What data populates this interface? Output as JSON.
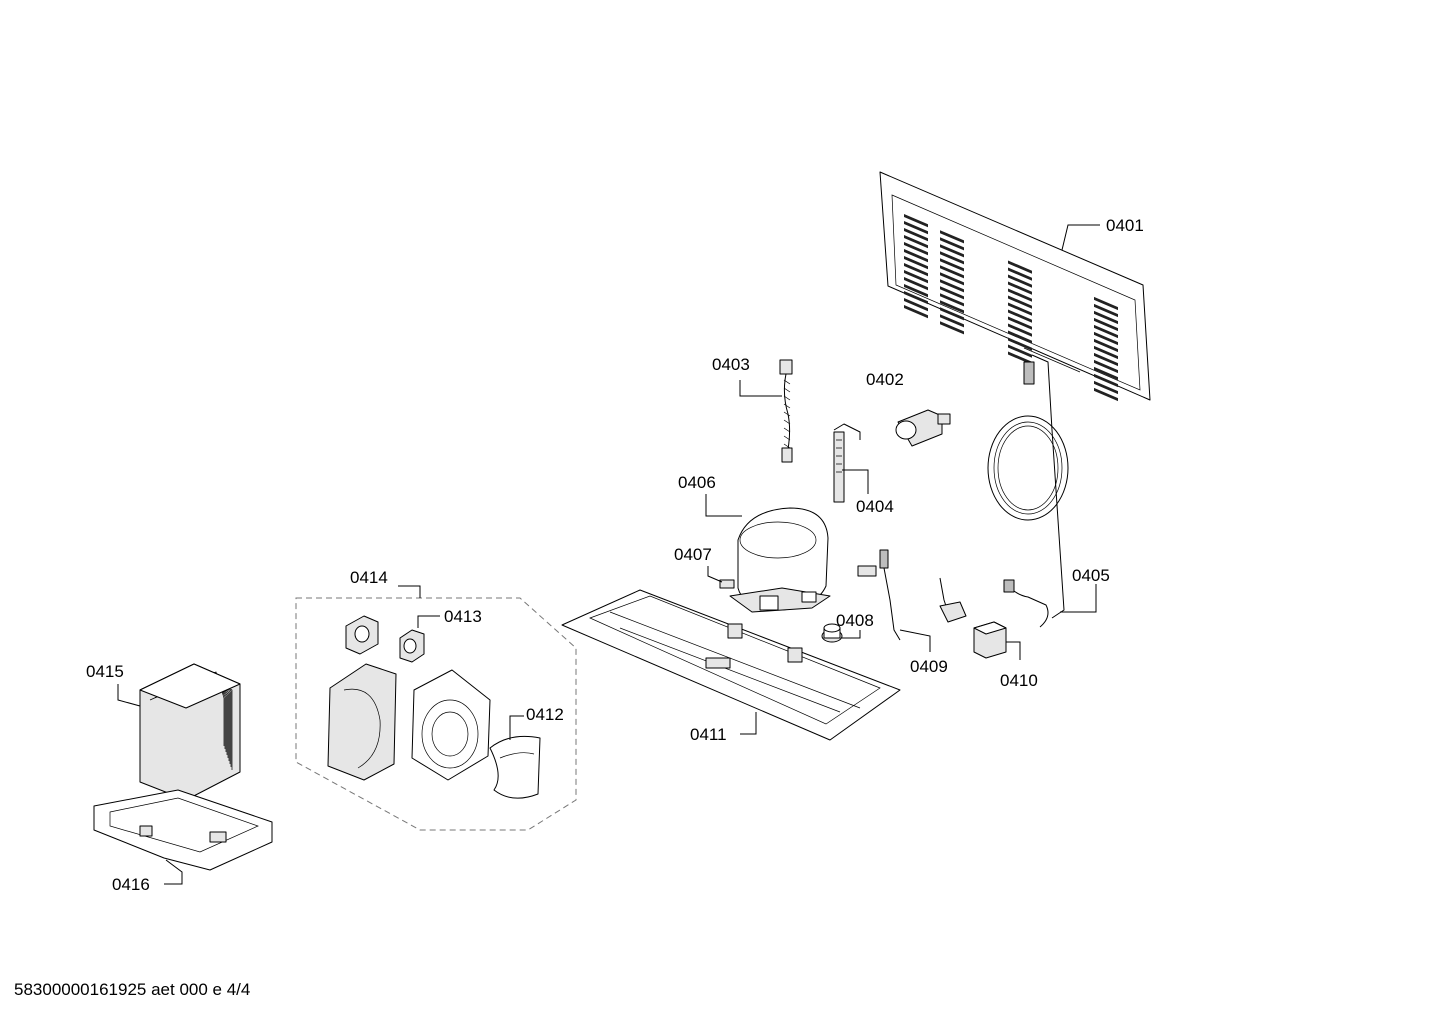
{
  "parts": {
    "p0401": "0401",
    "p0402": "0402",
    "p0403": "0403",
    "p0404": "0404",
    "p0405": "0405",
    "p0406": "0406",
    "p0407": "0407",
    "p0408": "0408",
    "p0409": "0409",
    "p0410": "0410",
    "p0411": "0411",
    "p0412": "0412",
    "p0413": "0413",
    "p0414": "0414",
    "p0415": "0415",
    "p0416": "0416"
  },
  "footer": {
    "code": "58300000161925 aet 000 e 4/4"
  }
}
